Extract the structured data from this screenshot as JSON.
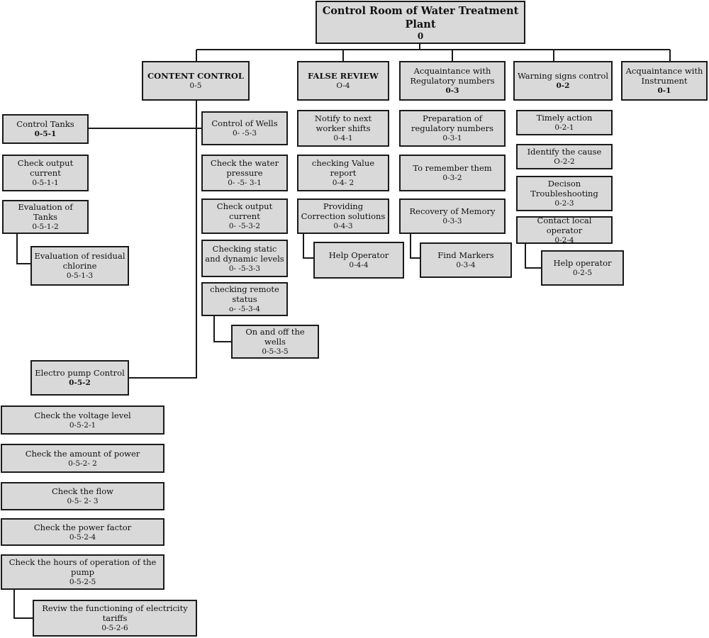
{
  "nodes": {
    "root": {
      "label": "Control Room of Water Treatment Plant",
      "code": "0"
    },
    "n05": {
      "label": "CONTENT CONTROL",
      "code": "0-5"
    },
    "n04": {
      "label": "FALSE REVIEW",
      "code": "O-4"
    },
    "n03": {
      "label": "Acquaintance with Regulatory numbers",
      "code": "0-3"
    },
    "n02": {
      "label": "Warning signs control",
      "code": "0-2"
    },
    "n01": {
      "label": "Acquaintance with Instrument",
      "code": "0-1"
    },
    "n051": {
      "label": "Control Tanks",
      "code": "0-5-1"
    },
    "n0511": {
      "label": "Check output current",
      "code": "0-5-1-1"
    },
    "n0512": {
      "label": "Evaluation of Tanks",
      "code": "0-5-1-2"
    },
    "n0513": {
      "label": "Evaluation of residual chlorine",
      "code": "0-5-1-3"
    },
    "n053": {
      "label": "Control of Wells",
      "code": "0- -5-3"
    },
    "n0531": {
      "label": "Check the water pressure",
      "code": "0- -5- 3-1"
    },
    "n0532": {
      "label": "Check output current",
      "code": "0- -5-3-2"
    },
    "n0533": {
      "label": "Checking static and dynamic levels",
      "code": "0- -5-3-3"
    },
    "n0534": {
      "label": "checking remote status",
      "code": "o- -5-3-4"
    },
    "n0535": {
      "label": "On and off the wells",
      "code": "0-5-3-5"
    },
    "n041": {
      "label": "Notify to next worker shifts",
      "code": "0-4-1"
    },
    "n042": {
      "label": "checking Value report",
      "code": "0-4- 2"
    },
    "n043": {
      "label": "Providing Correction solutions",
      "code": "0-4-3"
    },
    "n044": {
      "label": "Help Operator",
      "code": "0-4-4"
    },
    "n031": {
      "label": "Preparation of regulatory numbers",
      "code": "0-3-1"
    },
    "n032": {
      "label": "To remember them",
      "code": "0-3-2"
    },
    "n033": {
      "label": "Recovery of Memory",
      "code": "0-3-3"
    },
    "n034": {
      "label": "Find Markers",
      "code": "0-3-4"
    },
    "n021": {
      "label": "Timely action",
      "code": "0-2-1"
    },
    "n022": {
      "label": "Identify the cause",
      "code": "O-2-2"
    },
    "n023": {
      "label": "Decison Troubleshooting",
      "code": "0-2-3"
    },
    "n024": {
      "label": "Contact local operator",
      "code": "0-2-4"
    },
    "n025": {
      "label": "Help operator",
      "code": "0-2-5"
    },
    "n052": {
      "label": "Electro pump Control",
      "code": "0-5-2"
    },
    "n0521": {
      "label": "Check the voltage level",
      "code": "0-5-2-1"
    },
    "n0522": {
      "label": "Check the amount of power",
      "code": "0-5-2- 2"
    },
    "n0523": {
      "label": "Check the flow",
      "code": "0-5- 2- 3"
    },
    "n0524": {
      "label": "Check the power factor",
      "code": "0-5-2-4"
    },
    "n0525": {
      "label": "Check the hours of operation of the pump",
      "code": "0-5-2-5"
    },
    "n0526": {
      "label": "Reviw the functioning of electricity tariffs",
      "code": "0-5-2-6"
    }
  }
}
